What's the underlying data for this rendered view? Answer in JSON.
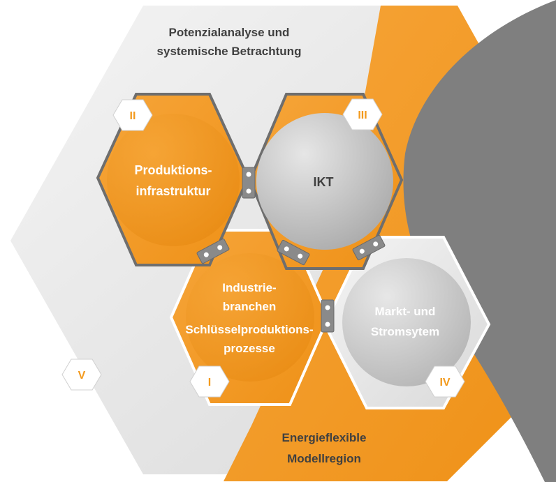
{
  "diagram": {
    "outer_labels": {
      "top_line1": "Potenzialanalyse und",
      "top_line2": "systemische Betrachtung",
      "bottom_line1": "Energieflexible",
      "bottom_line2": "Modellregion"
    },
    "hexes": {
      "produktion": {
        "line1": "Produktions-",
        "line2": "infrastruktur",
        "numeral": "II"
      },
      "ikt": {
        "line1": "IKT",
        "numeral": "III"
      },
      "industrie": {
        "line1": "Industrie-",
        "line2": "branchen",
        "line3": "Schlüsselproduktions-",
        "line4": "prozesse",
        "numeral": "I"
      },
      "markt": {
        "line1": "Markt- und",
        "line2": "Stromsytem",
        "numeral": "IV"
      },
      "outer": {
        "numeral": "V"
      }
    },
    "colors": {
      "orange": "#f39a1d",
      "orange_dark": "#e07f0c",
      "grey_light": "#e9e9e9",
      "grey_mid": "#bcbcbc",
      "grey_overlay": "#7f7f7f",
      "text_dark": "#404040",
      "text_light": "#ffffff"
    }
  }
}
